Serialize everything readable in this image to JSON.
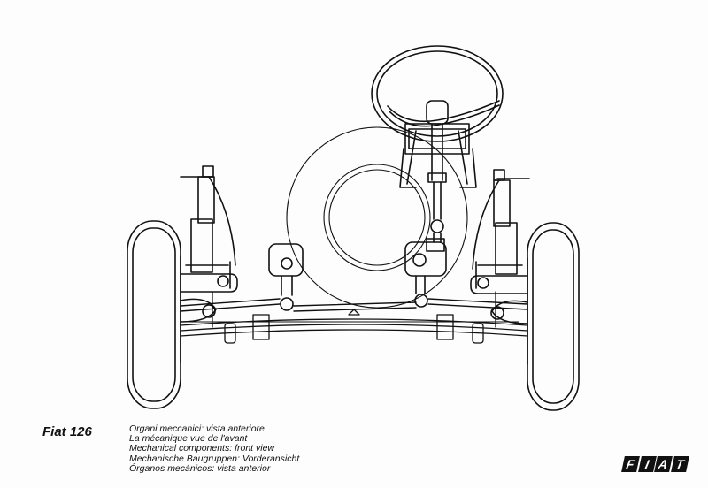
{
  "title": "Fiat 126",
  "captions": [
    "Organi meccanici: vista anteriore",
    "La mécanique vue de l'avant",
    "Mechanical components: front view",
    "Mechanische Baugruppen: Vorderansicht",
    "Órganos mecánicos: vista anterior"
  ],
  "logo": {
    "letters": [
      "F",
      "I",
      "A",
      "T"
    ]
  },
  "colors": {
    "ink": "#111111",
    "paper": "#fdfdfd"
  }
}
